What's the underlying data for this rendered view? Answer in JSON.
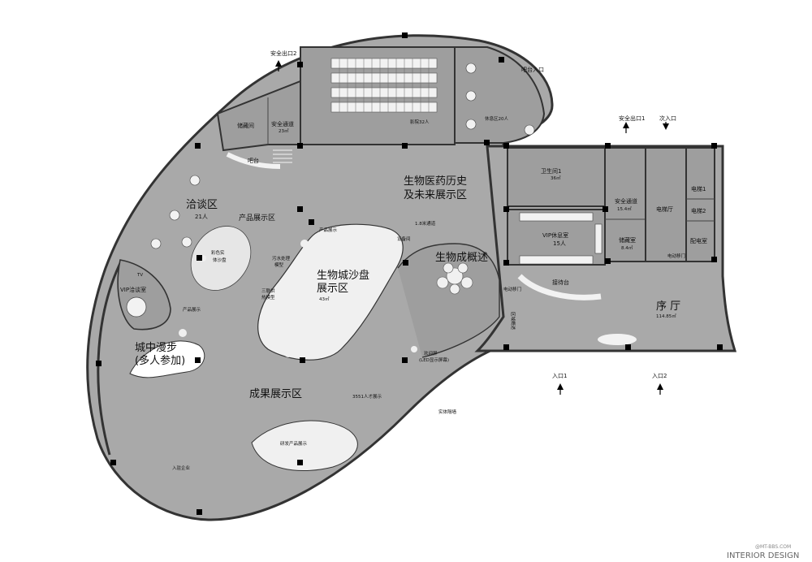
{
  "labels": {
    "exit2": "安全出口2",
    "balcony_entrance": "吧台入口",
    "exit1": "安全出口1",
    "secondary_entrance": "次入口",
    "storage_left": "储藏间",
    "fire_passage_left": "安全通道",
    "fire_passage_left_area": "23㎡",
    "bar": "吧台",
    "cinema": "影院32人",
    "rest_area": "休息区20人",
    "history_zone_1": "生物医药历史",
    "history_zone_2": "及未来展示区",
    "restroom": "卫生间1",
    "restroom_area": "36㎡",
    "fire_passage_right": "安全通道",
    "fire_passage_right_area": "15.4㎡",
    "elevator_hall": "电梯厅",
    "elevator1": "电梯1",
    "elevator2": "电梯2",
    "power_room": "配电室",
    "negotiation": "洽谈区",
    "negotiation_count": "21人",
    "product_zone": "产品展示区",
    "corridor": "1.8米通道",
    "equipment_room": "设备间",
    "vip_lounge": "VIP休息室",
    "vip_lounge_count": "15人",
    "storage_right": "储藏室",
    "storage_right_area": "8.4㎡",
    "bio_overview": "生物成概述",
    "reception": "接待台",
    "lobby": "序  厅",
    "lobby_area": "114.85㎡",
    "color_sandbox_1": "彩色实",
    "color_sandbox_2": "体沙盘",
    "sewage_1": "污水处理",
    "sewage_2": "模型",
    "sandbox_1": "生物城沙盘",
    "sandbox_2": "展示区",
    "sandbox_area": "43㎡",
    "product_display_small": "产品展示",
    "three_waste_1": "三联供",
    "three_waste_2": "热模型",
    "vip_negotiation": "VIP洽谈室",
    "tv": "TV",
    "product_display_small2": "产品展示",
    "city_walk_1": "城中漫步",
    "city_walk_2": "(多人参加)",
    "welcome_screen_1": "欢迎屏",
    "welcome_screen_2": "(LED显示屏幕)",
    "entrance1": "入口1",
    "entrance2": "入口2",
    "results_zone": "成果展示区",
    "talent_display": "3551人才展示",
    "partition": "实体隔墙",
    "rd_products": "研发产品展示",
    "enterprises": "入驻企业",
    "overview_wall": "区域概述",
    "electric_door": "电动移门",
    "electric_door2": "电动移门",
    "watermark_1": "@MT-BBS.COM",
    "watermark_2": "INTERIOR DESIGN"
  }
}
